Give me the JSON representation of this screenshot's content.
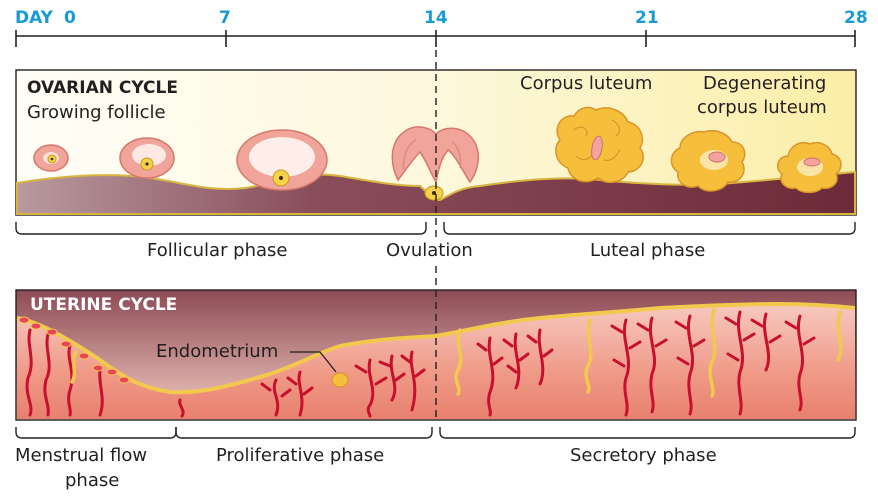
{
  "timeline": {
    "day_label": "DAY",
    "ticks": [
      "0",
      "7",
      "14",
      "21",
      "28"
    ]
  },
  "ovarian": {
    "title": "OVARIAN CYCLE",
    "growing_follicle": "Growing follicle",
    "corpus_luteum": "Corpus luteum",
    "degenerating_line1": "Degenerating",
    "degenerating_line2": "corpus luteum"
  },
  "ovarian_phases": {
    "follicular": "Follicular phase",
    "ovulation": "Ovulation",
    "luteal": "Luteal phase"
  },
  "uterine": {
    "title": "UTERINE CYCLE",
    "endometrium": "Endometrium"
  },
  "uterine_phases": {
    "menstrual_line1": "Menstrual flow",
    "menstrual_line2": "phase",
    "proliferative": "Proliferative phase",
    "secretory": "Secretory phase"
  },
  "colors": {
    "day_blue": "#1a9bd7",
    "tissue_dark": "#7a3340",
    "follicle_pink": "#f0a49a",
    "oocyte_yellow": "#f6d24a",
    "corpus_gold": "#f5bf3c",
    "vessel_red": "#c8102e"
  }
}
